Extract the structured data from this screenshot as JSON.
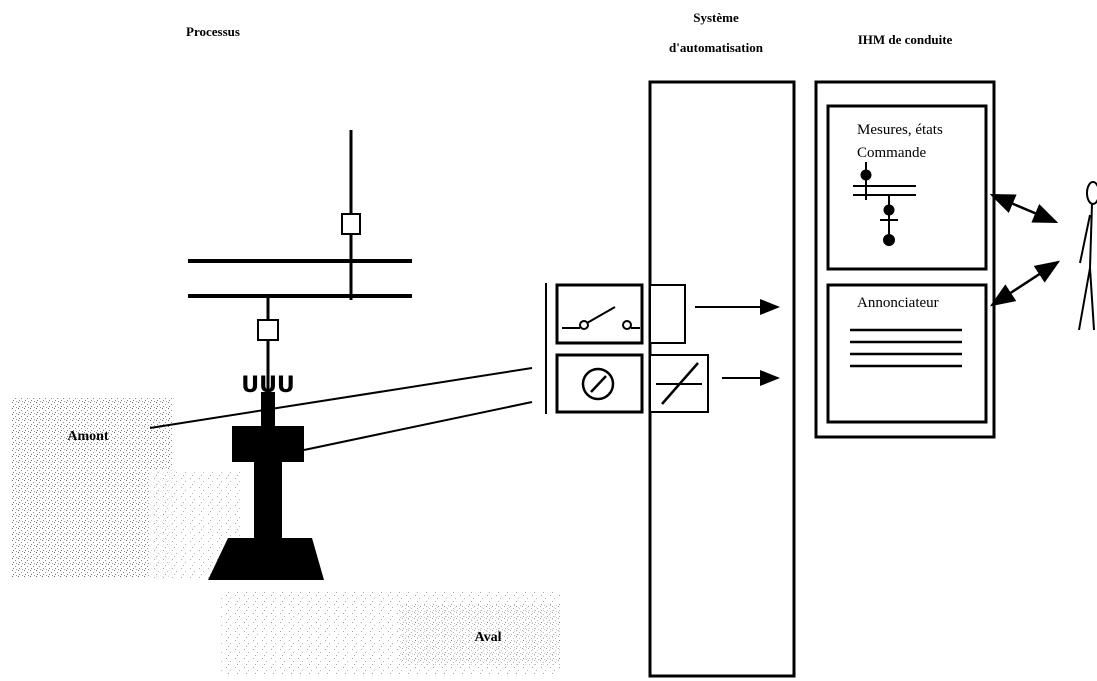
{
  "headers": {
    "process": "Processus",
    "automation_line1": "Système",
    "automation_line2": "d'automatisation",
    "hmi": "IHM de conduite"
  },
  "hmi_panels": {
    "measures_line1": "Mesures, états",
    "measures_line2": "Commande",
    "annunciator": "Annonciateur"
  },
  "process_labels": {
    "upstream": "Amont",
    "downstream": "Aval"
  },
  "icons": {
    "switch": "switch-icon",
    "meter": "meter-icon",
    "converter": "analog-digital-converter-icon",
    "operator": "operator-stick-figure-icon"
  }
}
